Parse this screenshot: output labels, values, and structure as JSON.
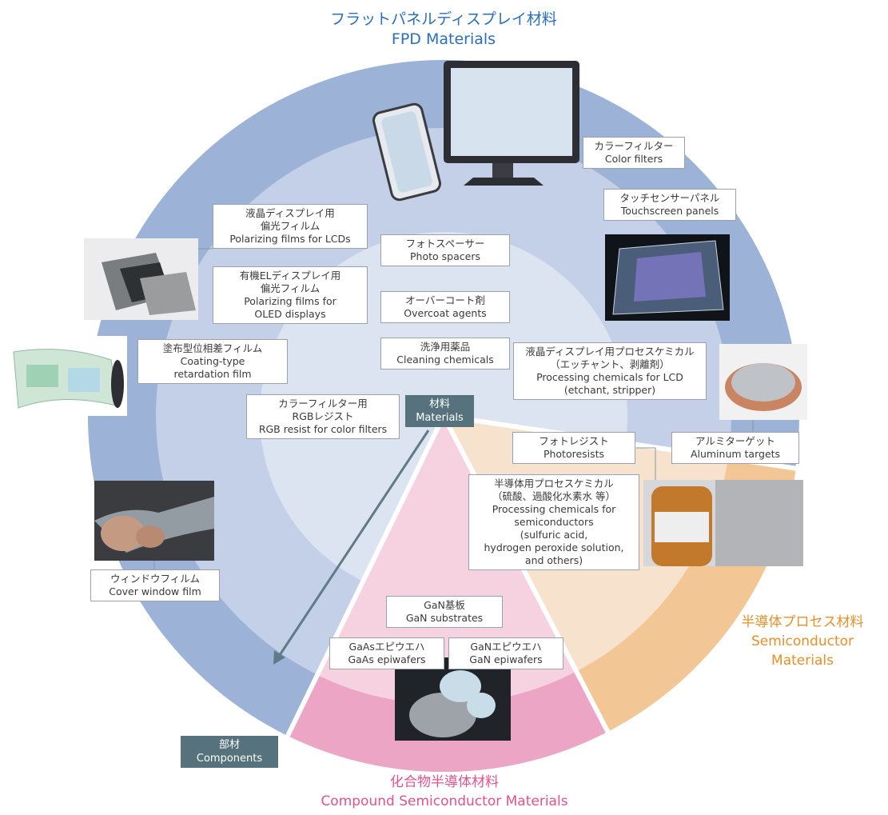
{
  "colors": {
    "outer_ring": "#9cb2d6",
    "inner_disc": "#c3d0e7",
    "center_disc": "#dce3f1",
    "semiconductor_outer": "#f2c795",
    "semiconductor_inner": "#f7e3cd",
    "compound_outer": "#eca5c4",
    "compound_inner": "#f6d2e1",
    "fpd_title": "#2a6ebd",
    "semiconductor_title": "#e5902a",
    "compound_title": "#e0538e",
    "label_dark": "#56727c",
    "arrow": "#5f7b86"
  },
  "sections": {
    "fpd": {
      "ja": "フラットパネルディスプレイ材料",
      "en": "FPD Materials"
    },
    "semiconductor": {
      "ja": "半導体プロセス材料",
      "en1": "Semiconductor",
      "en2": "Materials"
    },
    "compound": {
      "ja": "化合物半導体材料",
      "en": "Compound Semiconductor Materials"
    }
  },
  "center": {
    "materials": {
      "ja": "材料",
      "en": "Materials"
    },
    "components": {
      "ja": "部材",
      "en": "Components"
    }
  },
  "labels": {
    "color_filters": {
      "l1": "カラーフィルター",
      "l2": "Color filters"
    },
    "touchscreen": {
      "l1": "タッチセンサーパネル",
      "l2": "Touchscreen panels"
    },
    "polarizing_lcd": {
      "l1": "液晶ディスプレイ用",
      "l2": "偏光フィルム",
      "l3": "Polarizing films for LCDs"
    },
    "polarizing_oled": {
      "l1": "有機ELディスプレイ用",
      "l2": "偏光フィルム",
      "l3": "Polarizing films for",
      "l4": "OLED displays"
    },
    "photo_spacers": {
      "l1": "フォトスペーサー",
      "l2": "Photo spacers"
    },
    "overcoat": {
      "l1": "オーバーコート剤",
      "l2": "Overcoat agents"
    },
    "cleaning": {
      "l1": "洗浄用薬品",
      "l2": "Cleaning chemicals"
    },
    "processing_lcd": {
      "l1": "液晶ディスプレイ用プロセスケミカル",
      "l2": "（エッチャント、剥離剤）",
      "l3": "Processing chemicals for LCD",
      "l4": "(etchant, stripper)"
    },
    "retardation": {
      "l1": "塗布型位相差フィルム",
      "l2": "Coating-type",
      "l3": "retardation film"
    },
    "rgb_resist": {
      "l1": "カラーフィルター用",
      "l2": "RGBレジスト",
      "l3": "RGB resist for color filters"
    },
    "photoresists": {
      "l1": "フォトレジスト",
      "l2": "Photoresists"
    },
    "aluminum": {
      "l1": "アルミターゲット",
      "l2": "Aluminum targets"
    },
    "processing_semi": {
      "l1": "半導体用プロセスケミカル",
      "l2": "（硫酸、過酸化水素水 等）",
      "l3": "Processing chemicals for",
      "l4": "semiconductors",
      "l5": "(sulfuric acid,",
      "l6": "hydrogen peroxide solution,",
      "l7": "and others)"
    },
    "cover_window": {
      "l1": "ウィンドウフィルム",
      "l2": "Cover window film"
    },
    "gan_substrates": {
      "l1": "GaN基板",
      "l2": "GaN substrates"
    },
    "gaas_epi": {
      "l1": "GaAsエピウエハ",
      "l2": "GaAs epiwafers"
    },
    "gan_epi": {
      "l1": "GaNエピウエハ",
      "l2": "GaN epiwafers"
    }
  }
}
